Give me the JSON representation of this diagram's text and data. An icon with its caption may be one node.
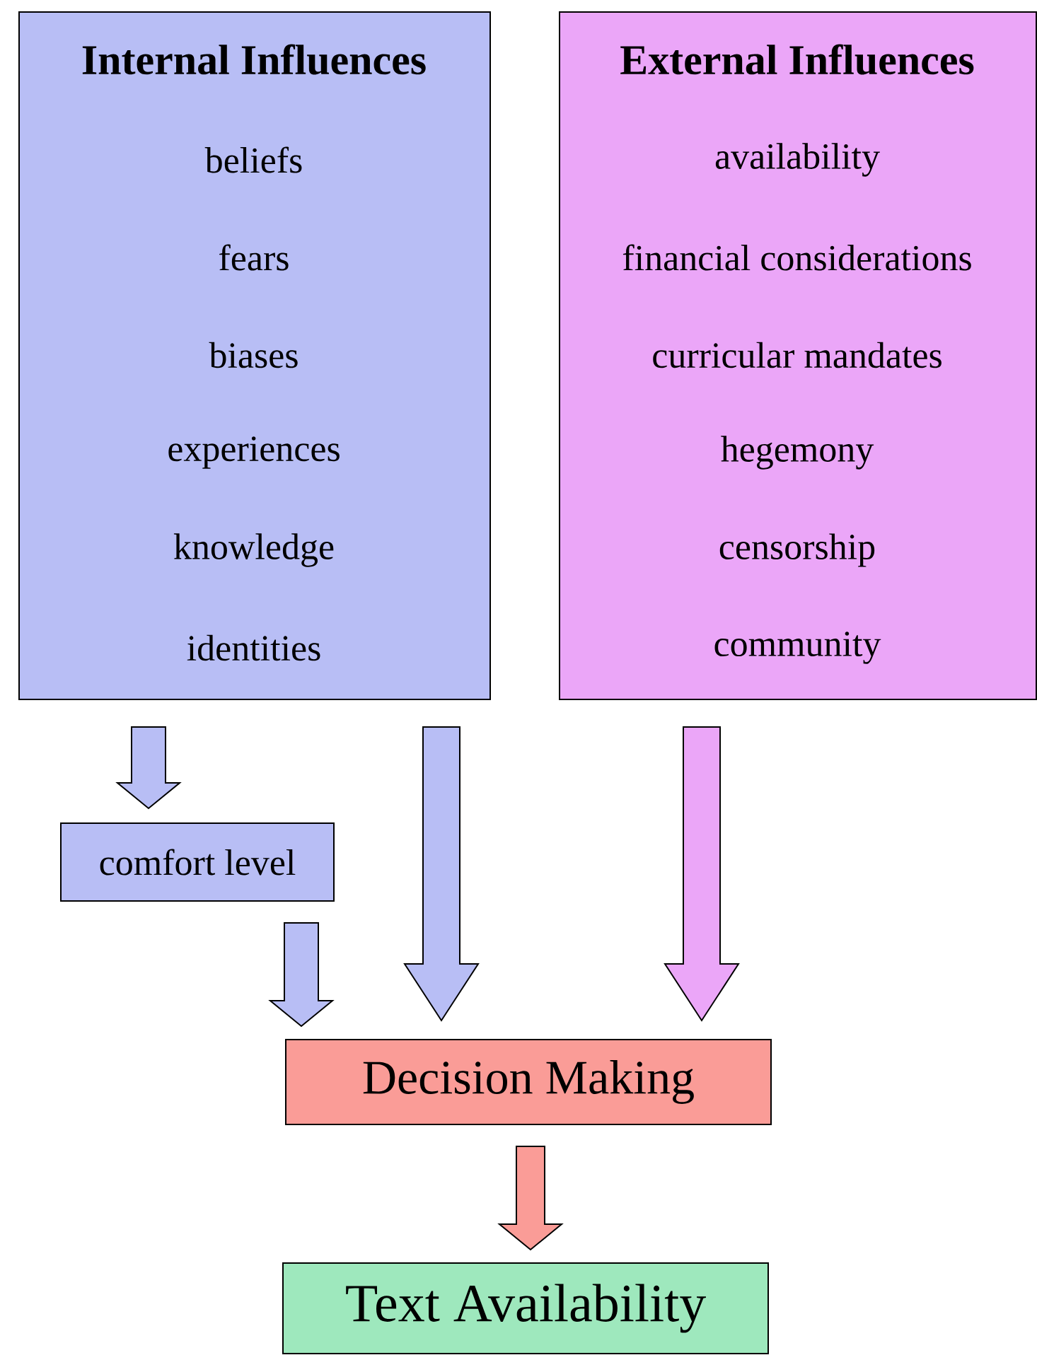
{
  "diagram": {
    "nodes": [
      {
        "text": [
          "Internal Influences",
          "beliefs",
          "fears",
          "biases",
          "experiences",
          "knowledge",
          "identities"
        ]
      },
      {
        "text": [
          "External Influences",
          "availability",
          "financial considerations",
          "curricular mandates",
          "hegemony",
          "censorship",
          "community"
        ]
      },
      {
        "text": [
          "comfort level"
        ]
      },
      {
        "text": [
          "Decision Making"
        ]
      },
      {
        "text": [
          "Text Availability"
        ]
      }
    ],
    "edges": [
      {
        "from": 0,
        "to": 2,
        "arrow": "to"
      },
      {
        "from": 0,
        "to": 3,
        "arrow": "to"
      },
      {
        "from": 1,
        "to": 3,
        "arrow": "to",
        "color": "#eba6f8"
      },
      {
        "from": 2,
        "to": 3,
        "arrow": "to"
      },
      {
        "from": 3,
        "to": 4,
        "arrow": "to",
        "color": "#fa9c97"
      }
    ]
  }
}
